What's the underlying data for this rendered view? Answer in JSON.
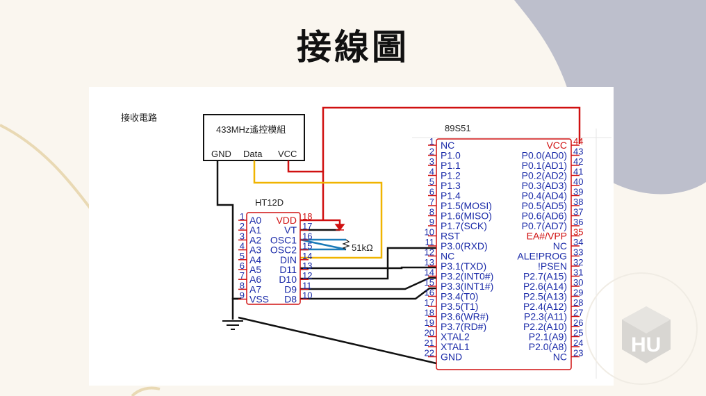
{
  "title": "接線圖",
  "panel": {
    "label": "接收電路",
    "receiver": {
      "name": "433MHz遙控模組",
      "pins": [
        "GND",
        "Data",
        "VCC"
      ]
    },
    "decoder": {
      "name": "HT12D",
      "left_pins": [
        {
          "num": "1",
          "name": "A0"
        },
        {
          "num": "2",
          "name": "A1"
        },
        {
          "num": "3",
          "name": "A2"
        },
        {
          "num": "4",
          "name": "A3"
        },
        {
          "num": "5",
          "name": "A4"
        },
        {
          "num": "6",
          "name": "A5"
        },
        {
          "num": "7",
          "name": "A6"
        },
        {
          "num": "8",
          "name": "A7"
        },
        {
          "num": "9",
          "name": "VSS"
        }
      ],
      "right_pins": [
        {
          "num": "18",
          "name": "VDD"
        },
        {
          "num": "17",
          "name": "VT"
        },
        {
          "num": "16",
          "name": "OSC1"
        },
        {
          "num": "15",
          "name": "OSC2"
        },
        {
          "num": "14",
          "name": "DIN"
        },
        {
          "num": "13",
          "name": "D11"
        },
        {
          "num": "12",
          "name": "D10"
        },
        {
          "num": "11",
          "name": "D9"
        },
        {
          "num": "10",
          "name": "D8"
        }
      ]
    },
    "resistor": "51kΩ",
    "mcu": {
      "name": "89S51",
      "left_pins": [
        {
          "num": "1",
          "name": "NC"
        },
        {
          "num": "2",
          "name": "P1.0"
        },
        {
          "num": "3",
          "name": "P1.1"
        },
        {
          "num": "4",
          "name": "P1.2"
        },
        {
          "num": "5",
          "name": "P1.3"
        },
        {
          "num": "6",
          "name": "P1.4"
        },
        {
          "num": "7",
          "name": "P1.5(MOSI)"
        },
        {
          "num": "8",
          "name": "P1.6(MISO)"
        },
        {
          "num": "9",
          "name": "P1.7(SCK)"
        },
        {
          "num": "10",
          "name": "RST"
        },
        {
          "num": "11",
          "name": "P3.0(RXD)"
        },
        {
          "num": "12",
          "name": "NC"
        },
        {
          "num": "13",
          "name": "P3.1(TXD)"
        },
        {
          "num": "14",
          "name": "P3.2(INT0#)"
        },
        {
          "num": "15",
          "name": "P3.3(INT1#)"
        },
        {
          "num": "16",
          "name": "P3.4(T0)"
        },
        {
          "num": "17",
          "name": "P3.5(T1)"
        },
        {
          "num": "18",
          "name": "P3.6(WR#)"
        },
        {
          "num": "19",
          "name": "P3.7(RD#)"
        },
        {
          "num": "20",
          "name": "XTAL2"
        },
        {
          "num": "21",
          "name": "XTAL1"
        },
        {
          "num": "22",
          "name": "GND"
        }
      ],
      "right_pins": [
        {
          "num": "44",
          "name": "VCC"
        },
        {
          "num": "43",
          "name": "P0.0(AD0)"
        },
        {
          "num": "42",
          "name": "P0.1(AD1)"
        },
        {
          "num": "41",
          "name": "P0.2(AD2)"
        },
        {
          "num": "40",
          "name": "P0.3(AD3)"
        },
        {
          "num": "39",
          "name": "P0.4(AD4)"
        },
        {
          "num": "38",
          "name": "P0.5(AD5)"
        },
        {
          "num": "37",
          "name": "P0.6(AD6)"
        },
        {
          "num": "36",
          "name": "P0.7(AD7)"
        },
        {
          "num": "35",
          "name": "EA#/VPP"
        },
        {
          "num": "34",
          "name": "NC"
        },
        {
          "num": "33",
          "name": "ALE!PROG"
        },
        {
          "num": "32",
          "name": "!PSEN"
        },
        {
          "num": "31",
          "name": "P2.7(A15)"
        },
        {
          "num": "30",
          "name": "P2.6(A14)"
        },
        {
          "num": "29",
          "name": "P2.5(A13)"
        },
        {
          "num": "28",
          "name": "P2.4(A12)"
        },
        {
          "num": "27",
          "name": "P2.3(A11)"
        },
        {
          "num": "26",
          "name": "P2.2(A10)"
        },
        {
          "num": "25",
          "name": "P2.1(A9)"
        },
        {
          "num": "24",
          "name": "P2.0(A8)"
        },
        {
          "num": "23",
          "name": "NC"
        }
      ]
    }
  },
  "colors": {
    "vcc_wire": "#d01010",
    "data_wire": "#f0b400",
    "pin_text": "#1a2aa8",
    "ground_wire": "#111111"
  }
}
